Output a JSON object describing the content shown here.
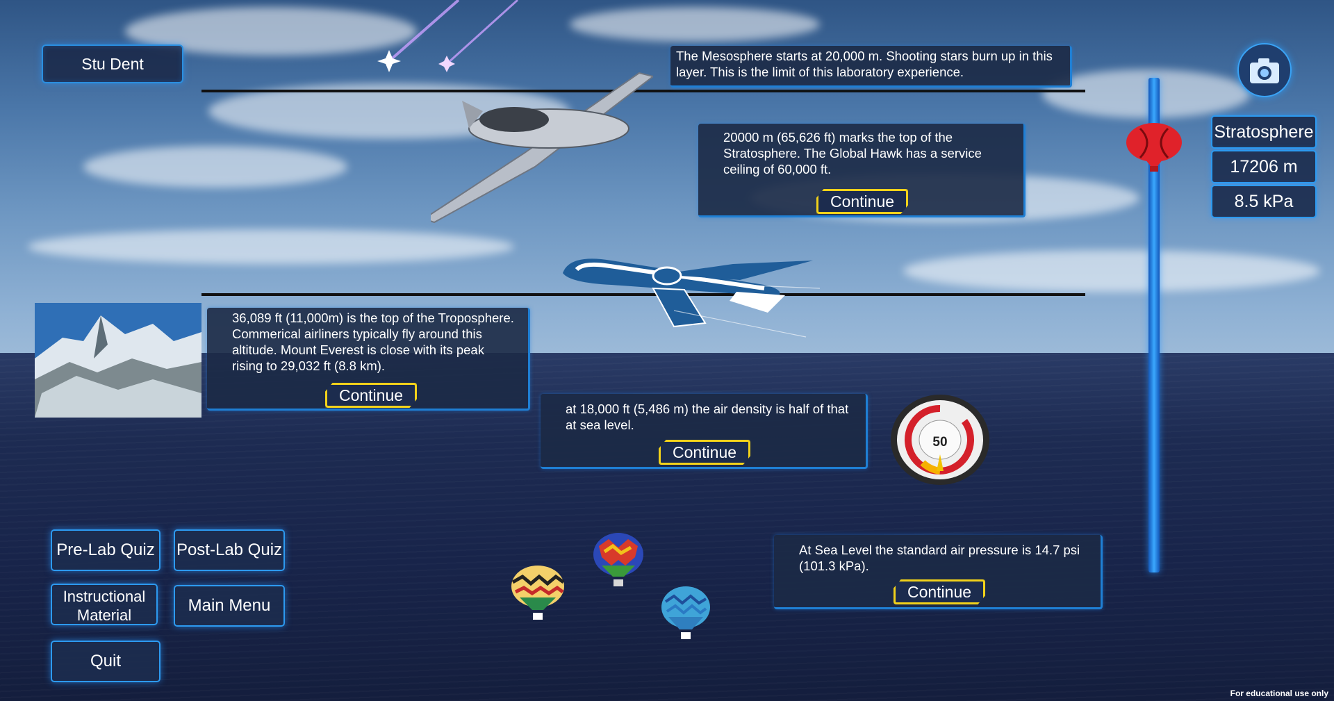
{
  "user": {
    "name": "Stu Dent"
  },
  "messages": {
    "mesosphere": "The Mesosphere starts at 20,000 m.  Shooting stars burn up in this layer. This is the limit of this laboratory experience.",
    "stratosphere": "20000 m (65,626 ft) marks the top of the Stratosphere.  The Global Hawk has a service ceiling of 60,000 ft.",
    "troposphere": "36,089 ft (11,000m) is the top of the Troposphere.  Commerical airliners typically fly around this altitude.  Mount Everest is close with its peak rising to 29,032 ft (8.8 km).",
    "density": "at 18,000 ft (5,486 m) the air density is half of that at sea level.",
    "sealevel": "At Sea Level the standard air pressure is 14.7 psi (101.3 kPa)."
  },
  "continue_label": "Continue",
  "status": {
    "layer": "Stratosphere",
    "altitude": "17206 m",
    "pressure": "8.5 kPa",
    "altitude_fraction": 0.86
  },
  "gauge": {
    "value": "50"
  },
  "menu": {
    "pre_lab_quiz": "Pre-Lab Quiz",
    "post_lab_quiz": "Post-Lab Quiz",
    "instructional_line1": "Instructional",
    "instructional_line2": "Material",
    "main_menu": "Main Menu",
    "quit": "Quit"
  },
  "footer": {
    "notice": "For educational use only"
  },
  "icons": {
    "camera": "camera-icon",
    "balloon_marker": "hot-air-balloon-icon"
  },
  "colors": {
    "accent": "#2d9af0",
    "continue_border": "#f2d21a",
    "marker": "#e0222a"
  }
}
